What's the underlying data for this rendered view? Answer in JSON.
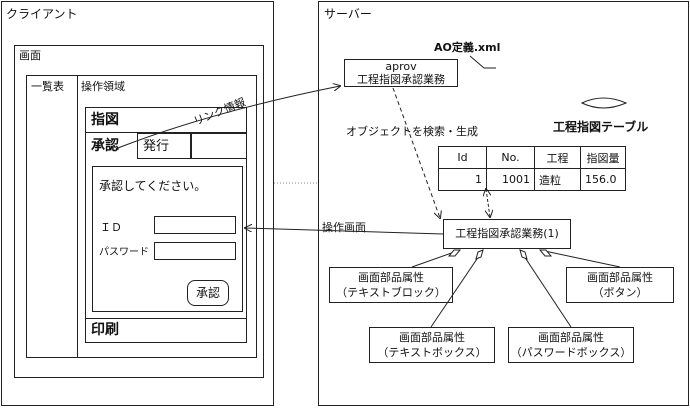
{
  "client": {
    "label": "クライアント",
    "screen_label": "画面",
    "list_label": "一覧表",
    "operation_area_label": "操作領域",
    "tab_shijizu": "指図",
    "tab_shonin": "承認",
    "tab_hakko": "発行",
    "form_message": "承認してください。",
    "id_label": "ＩＤ",
    "password_label": "パスワード",
    "approve_button": "承認",
    "print_label": "印刷"
  },
  "server": {
    "label": "サーバー",
    "ao_def_file": "AO定義.xml",
    "aprov_line1": "aprov",
    "aprov_line2": "工程指図承認業務",
    "search_label": "オブジェクトを検索・生成",
    "table_title": "工程指図テーブル",
    "table": {
      "headers": [
        "Id",
        "No.",
        "工程",
        "指図量"
      ],
      "row": [
        "1",
        "1001",
        "造粒",
        "156.0"
      ]
    },
    "instance_label": "工程指図承認業務(1)",
    "parts": [
      {
        "line1": "画面部品属性",
        "line2": "（テキストブロック）"
      },
      {
        "line1": "画面部品属性",
        "line2": "（ボタン）"
      },
      {
        "line1": "画面部品属性",
        "line2": "（テキストボックス）"
      },
      {
        "line1": "画面部品属性",
        "line2": "（パスワードボックス）"
      }
    ]
  },
  "arrows": {
    "link_info": "リンク情報",
    "operation_screen": "操作画面"
  }
}
